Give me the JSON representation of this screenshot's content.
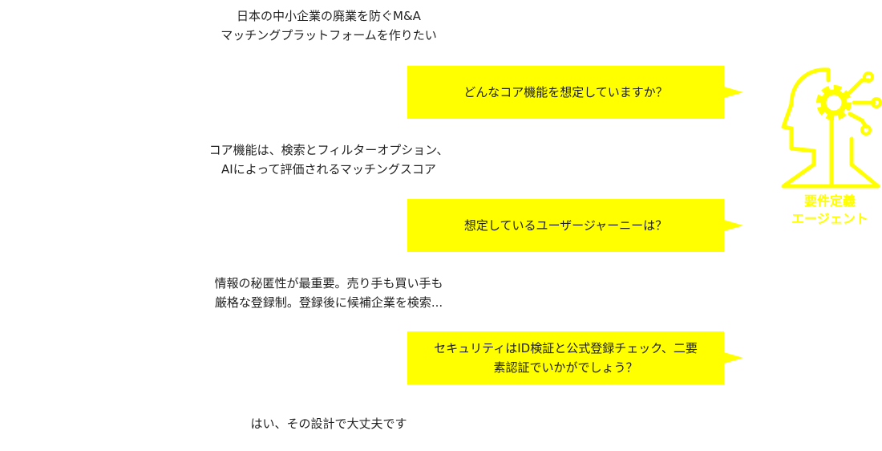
{
  "conversation": [
    {
      "role": "user",
      "lines": [
        "日本の中小企業の廃業を防ぐM&A",
        "マッチングプラットフォームを作りたい"
      ]
    },
    {
      "role": "agent",
      "text": "どんなコア機能を想定していますか？"
    },
    {
      "role": "user",
      "lines": [
        "コア機能は、検索とフィルターオプション、",
        "AIによって評価されるマッチングスコア"
      ]
    },
    {
      "role": "agent",
      "text": "想定しているユーザージャーニーは？"
    },
    {
      "role": "user",
      "lines": [
        "情報の秘匿性が最重要。売り手も買い手も",
        "厳格な登録制。登録後に候補企業を検索..."
      ]
    },
    {
      "role": "agent",
      "text": "セキュリティはID検証と公式登録チェック、二要素認証でいかがでしょう？"
    },
    {
      "role": "user",
      "lines": [
        "はい、その設計で大丈夫です"
      ]
    }
  ],
  "agent": {
    "label_line1": "要件定義",
    "label_line2": "エージェント",
    "icon": "ai-head-gear-icon",
    "color": "#ffff00"
  }
}
